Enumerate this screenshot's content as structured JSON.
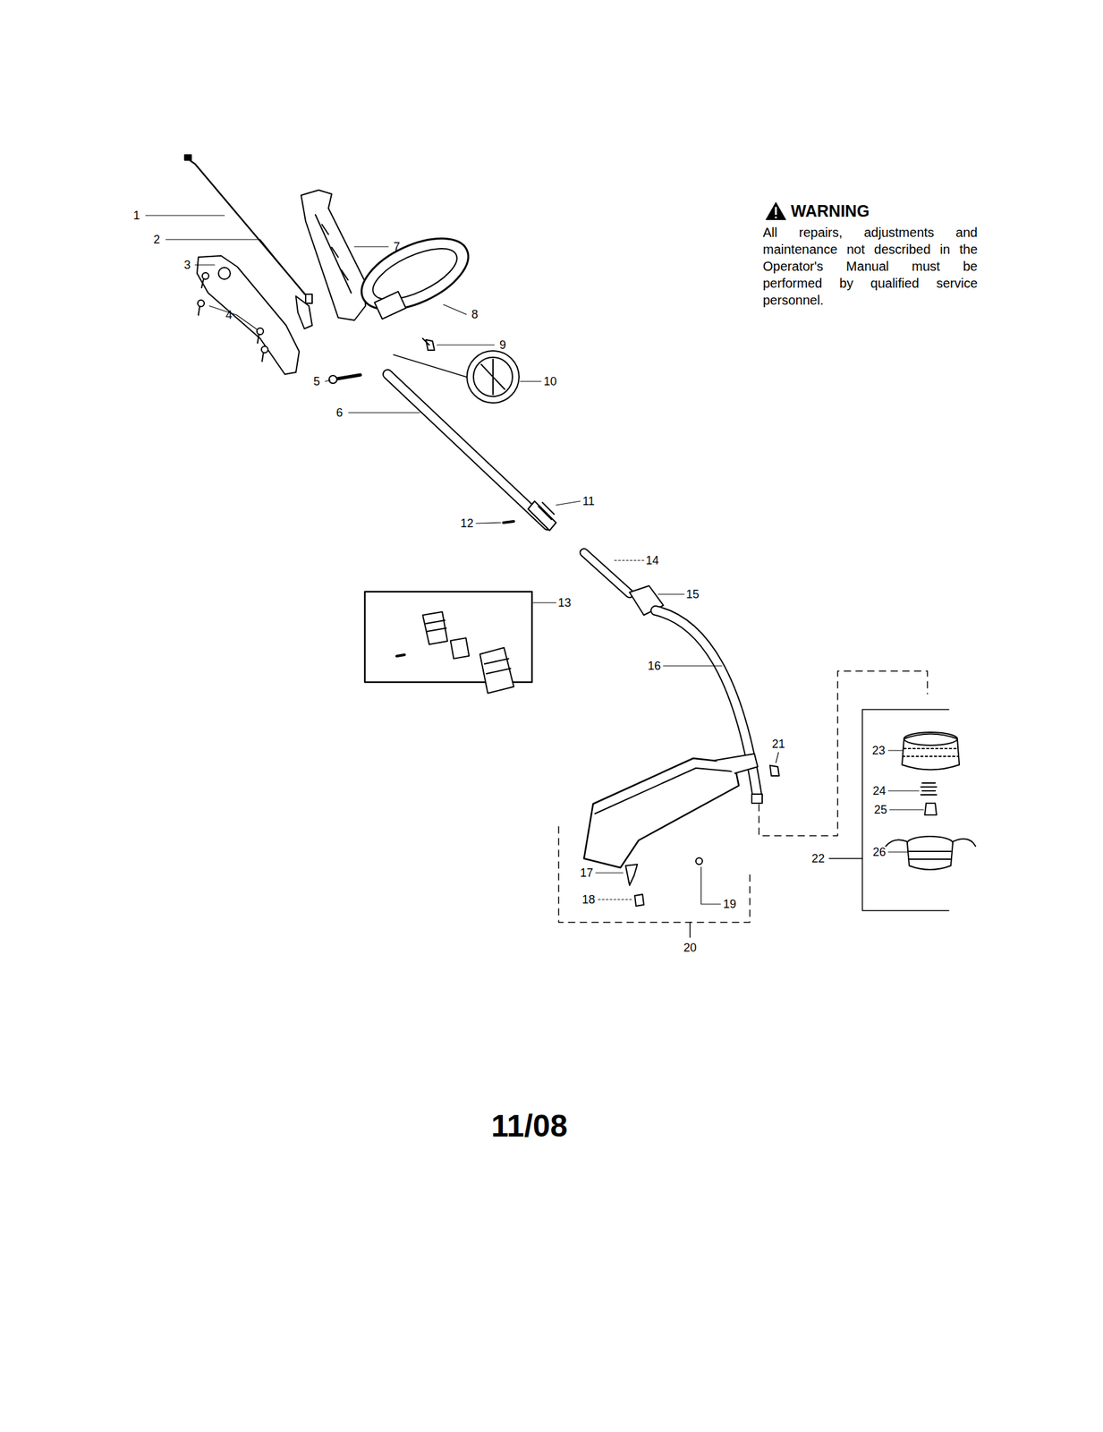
{
  "diagram": {
    "labels": [
      "1",
      "2",
      "3",
      "4",
      "5",
      "6",
      "7",
      "8",
      "9",
      "10",
      "11",
      "12",
      "13",
      "14",
      "15",
      "16",
      "17",
      "18",
      "19",
      "20",
      "21",
      "22",
      "23",
      "24",
      "25",
      "26",
      "WARNING",
      "All repairs, adjustments and maintenance not described in the Operator's Manual must be performed by qualified service personnel.",
      "11/08"
    ]
  }
}
